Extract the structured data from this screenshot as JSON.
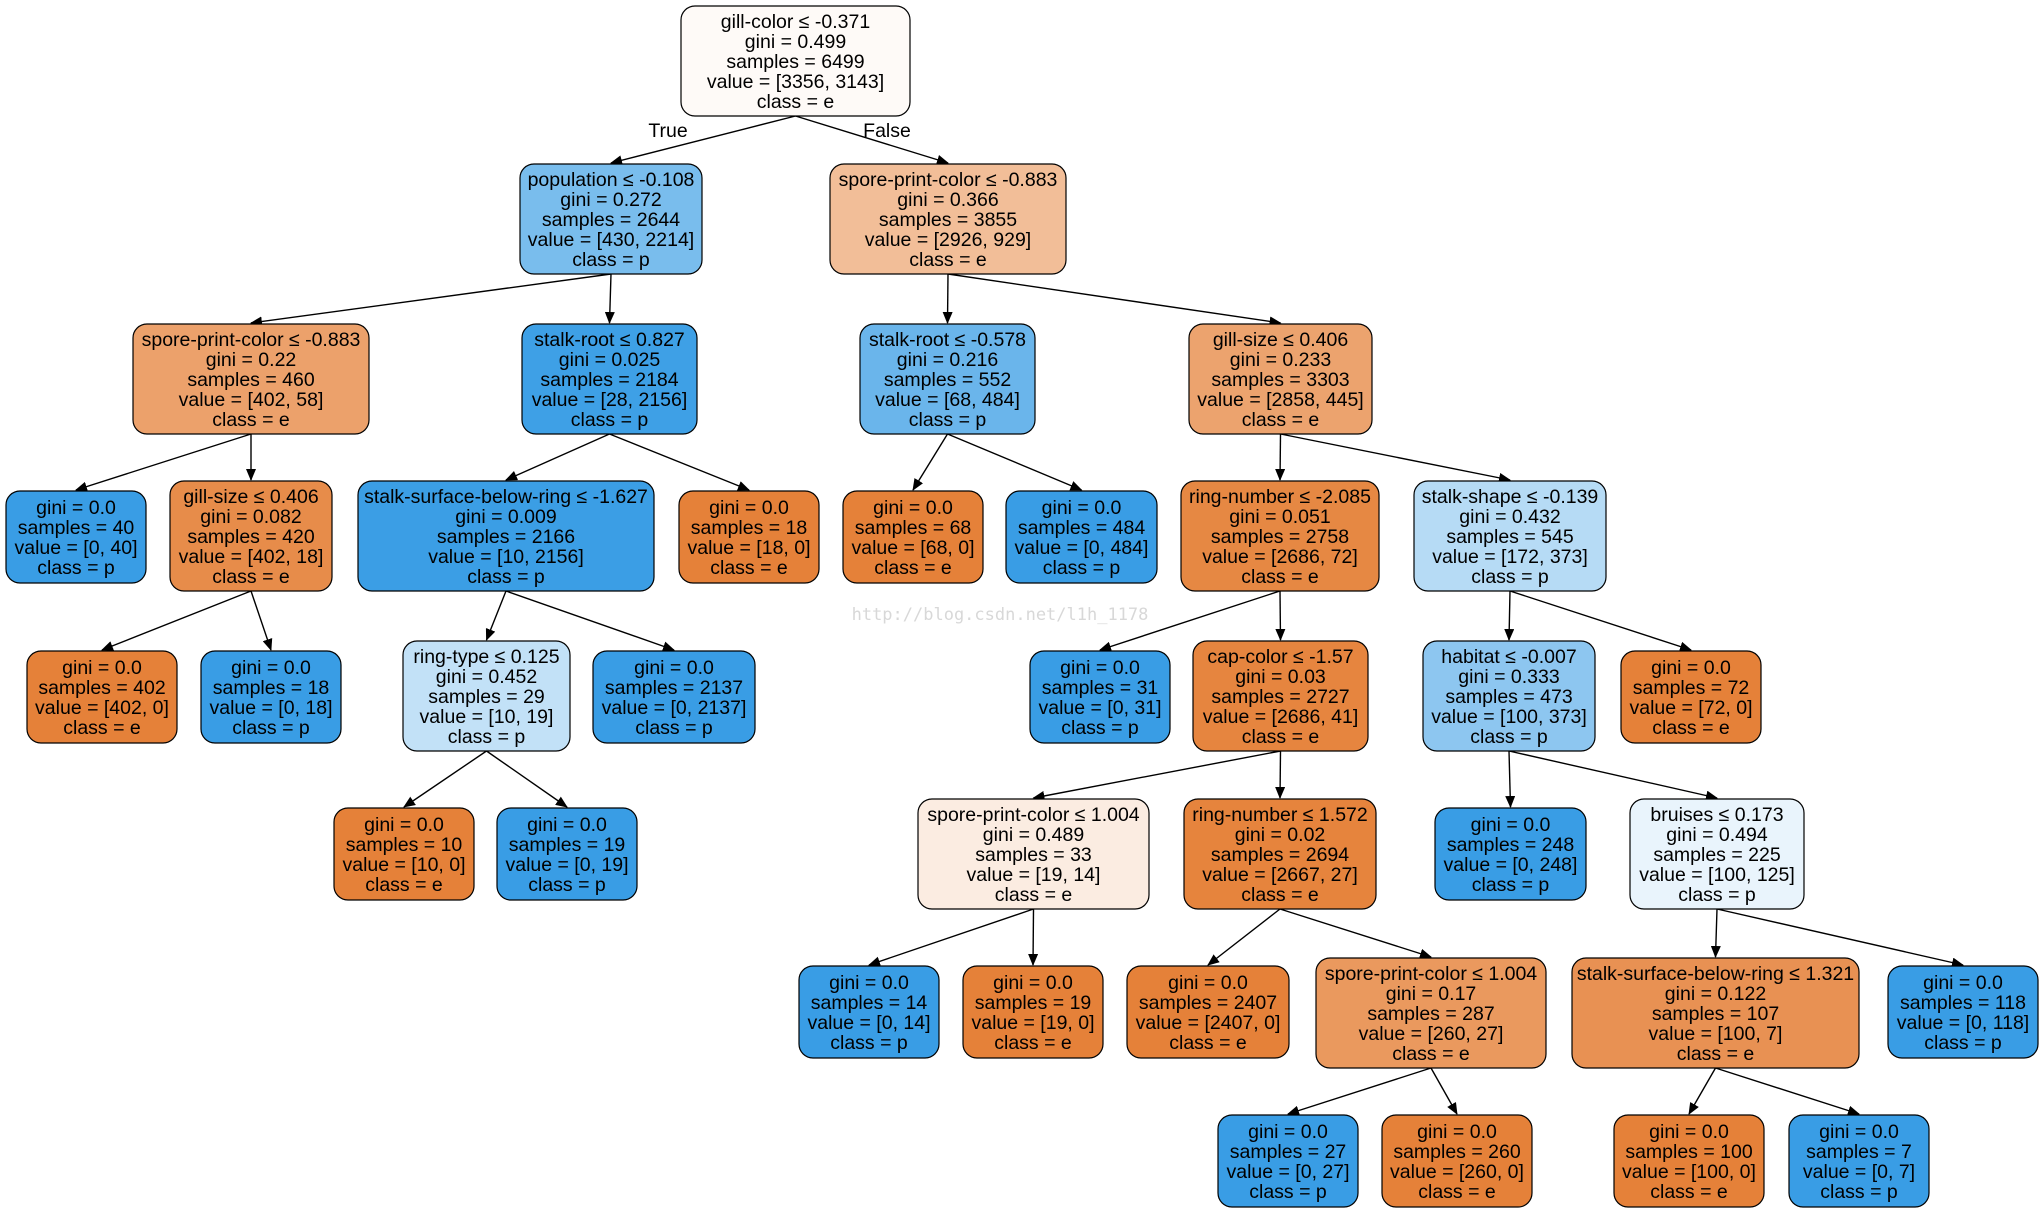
{
  "watermark": "http://blog.csdn.net/l1h_1178",
  "edge_labels": {
    "true_label": "True",
    "false_label": "False"
  },
  "colors": {
    "class_e": "#e58139",
    "class_p": "#399de5"
  },
  "nodes": [
    {
      "id": "n0",
      "lines": [
        "gill-color ≤ -0.371",
        "gini = 0.499",
        "samples = 6499",
        "value = [3356, 3143]",
        "class = e"
      ],
      "cls": "e",
      "v": [
        3356,
        3143
      ]
    },
    {
      "id": "n1",
      "lines": [
        "population ≤ -0.108",
        "gini = 0.272",
        "samples = 2644",
        "value = [430, 2214]",
        "class = p"
      ],
      "cls": "p",
      "v": [
        430,
        2214
      ]
    },
    {
      "id": "n2",
      "lines": [
        "spore-print-color ≤ -0.883",
        "gini = 0.22",
        "samples = 460",
        "value = [402, 58]",
        "class = e"
      ],
      "cls": "e",
      "v": [
        402,
        58
      ]
    },
    {
      "id": "n3",
      "lines": [
        "gini = 0.0",
        "samples = 40",
        "value = [0, 40]",
        "class = p"
      ],
      "cls": "p",
      "v": [
        0,
        40
      ]
    },
    {
      "id": "n4",
      "lines": [
        "gill-size ≤ 0.406",
        "gini = 0.082",
        "samples = 420",
        "value = [402, 18]",
        "class = e"
      ],
      "cls": "e",
      "v": [
        402,
        18
      ]
    },
    {
      "id": "n5",
      "lines": [
        "gini = 0.0",
        "samples = 402",
        "value = [402, 0]",
        "class = e"
      ],
      "cls": "e",
      "v": [
        402,
        0
      ]
    },
    {
      "id": "n6",
      "lines": [
        "gini = 0.0",
        "samples = 18",
        "value = [0, 18]",
        "class = p"
      ],
      "cls": "p",
      "v": [
        0,
        18
      ]
    },
    {
      "id": "n7",
      "lines": [
        "stalk-root ≤ 0.827",
        "gini = 0.025",
        "samples = 2184",
        "value = [28, 2156]",
        "class = p"
      ],
      "cls": "p",
      "v": [
        28,
        2156
      ]
    },
    {
      "id": "n8",
      "lines": [
        "stalk-surface-below-ring ≤ -1.627",
        "gini = 0.009",
        "samples = 2166",
        "value = [10, 2156]",
        "class = p"
      ],
      "cls": "p",
      "v": [
        10,
        2156
      ]
    },
    {
      "id": "n9",
      "lines": [
        "ring-type ≤ 0.125",
        "gini = 0.452",
        "samples = 29",
        "value = [10, 19]",
        "class = p"
      ],
      "cls": "p",
      "v": [
        10,
        19
      ]
    },
    {
      "id": "n10",
      "lines": [
        "gini = 0.0",
        "samples = 10",
        "value = [10, 0]",
        "class = e"
      ],
      "cls": "e",
      "v": [
        10,
        0
      ]
    },
    {
      "id": "n11",
      "lines": [
        "gini = 0.0",
        "samples = 19",
        "value = [0, 19]",
        "class = p"
      ],
      "cls": "p",
      "v": [
        0,
        19
      ]
    },
    {
      "id": "n12",
      "lines": [
        "gini = 0.0",
        "samples = 2137",
        "value = [0, 2137]",
        "class = p"
      ],
      "cls": "p",
      "v": [
        0,
        2137
      ]
    },
    {
      "id": "n13",
      "lines": [
        "gini = 0.0",
        "samples = 18",
        "value = [18, 0]",
        "class = e"
      ],
      "cls": "e",
      "v": [
        18,
        0
      ]
    },
    {
      "id": "n14",
      "lines": [
        "spore-print-color ≤ -0.883",
        "gini = 0.366",
        "samples = 3855",
        "value = [2926, 929]",
        "class = e"
      ],
      "cls": "e",
      "v": [
        2926,
        929
      ]
    },
    {
      "id": "n15",
      "lines": [
        "stalk-root ≤ -0.578",
        "gini = 0.216",
        "samples = 552",
        "value = [68, 484]",
        "class = p"
      ],
      "cls": "p",
      "v": [
        68,
        484
      ]
    },
    {
      "id": "n16",
      "lines": [
        "gini = 0.0",
        "samples = 68",
        "value = [68, 0]",
        "class = e"
      ],
      "cls": "e",
      "v": [
        68,
        0
      ]
    },
    {
      "id": "n17",
      "lines": [
        "gini = 0.0",
        "samples = 484",
        "value = [0, 484]",
        "class = p"
      ],
      "cls": "p",
      "v": [
        0,
        484
      ]
    },
    {
      "id": "n18",
      "lines": [
        "gill-size ≤ 0.406",
        "gini = 0.233",
        "samples = 3303",
        "value = [2858, 445]",
        "class = e"
      ],
      "cls": "e",
      "v": [
        2858,
        445
      ]
    },
    {
      "id": "n19",
      "lines": [
        "ring-number ≤ -2.085",
        "gini = 0.051",
        "samples = 2758",
        "value = [2686, 72]",
        "class = e"
      ],
      "cls": "e",
      "v": [
        2686,
        72
      ]
    },
    {
      "id": "n20",
      "lines": [
        "gini = 0.0",
        "samples = 31",
        "value = [0, 31]",
        "class = p"
      ],
      "cls": "p",
      "v": [
        0,
        31
      ]
    },
    {
      "id": "n21",
      "lines": [
        "cap-color ≤ -1.57",
        "gini = 0.03",
        "samples = 2727",
        "value = [2686, 41]",
        "class = e"
      ],
      "cls": "e",
      "v": [
        2686,
        41
      ]
    },
    {
      "id": "n22",
      "lines": [
        "spore-print-color ≤ 1.004",
        "gini = 0.489",
        "samples = 33",
        "value = [19, 14]",
        "class = e"
      ],
      "cls": "e",
      "v": [
        19,
        14
      ]
    },
    {
      "id": "n23",
      "lines": [
        "gini = 0.0",
        "samples = 14",
        "value = [0, 14]",
        "class = p"
      ],
      "cls": "p",
      "v": [
        0,
        14
      ]
    },
    {
      "id": "n24",
      "lines": [
        "gini = 0.0",
        "samples = 19",
        "value = [19, 0]",
        "class = e"
      ],
      "cls": "e",
      "v": [
        19,
        0
      ]
    },
    {
      "id": "n25",
      "lines": [
        "ring-number ≤ 1.572",
        "gini = 0.02",
        "samples = 2694",
        "value = [2667, 27]",
        "class = e"
      ],
      "cls": "e",
      "v": [
        2667,
        27
      ]
    },
    {
      "id": "n26",
      "lines": [
        "gini = 0.0",
        "samples = 2407",
        "value = [2407, 0]",
        "class = e"
      ],
      "cls": "e",
      "v": [
        2407,
        0
      ]
    },
    {
      "id": "n27",
      "lines": [
        "spore-print-color ≤ 1.004",
        "gini = 0.17",
        "samples = 287",
        "value = [260, 27]",
        "class = e"
      ],
      "cls": "e",
      "v": [
        260,
        27
      ]
    },
    {
      "id": "n28",
      "lines": [
        "gini = 0.0",
        "samples = 27",
        "value = [0, 27]",
        "class = p"
      ],
      "cls": "p",
      "v": [
        0,
        27
      ]
    },
    {
      "id": "n29",
      "lines": [
        "gini = 0.0",
        "samples = 260",
        "value = [260, 0]",
        "class = e"
      ],
      "cls": "e",
      "v": [
        260,
        0
      ]
    },
    {
      "id": "n30",
      "lines": [
        "stalk-shape ≤ -0.139",
        "gini = 0.432",
        "samples = 545",
        "value = [172, 373]",
        "class = p"
      ],
      "cls": "p",
      "v": [
        172,
        373
      ]
    },
    {
      "id": "n31",
      "lines": [
        "habitat ≤ -0.007",
        "gini = 0.333",
        "samples = 473",
        "value = [100, 373]",
        "class = p"
      ],
      "cls": "p",
      "v": [
        100,
        373
      ]
    },
    {
      "id": "n32",
      "lines": [
        "gini = 0.0",
        "samples = 248",
        "value = [0, 248]",
        "class = p"
      ],
      "cls": "p",
      "v": [
        0,
        248
      ]
    },
    {
      "id": "n33",
      "lines": [
        "bruises ≤ 0.173",
        "gini = 0.494",
        "samples = 225",
        "value = [100, 125]",
        "class = p"
      ],
      "cls": "p",
      "v": [
        100,
        125
      ]
    },
    {
      "id": "n34",
      "lines": [
        "stalk-surface-below-ring ≤ 1.321",
        "gini = 0.122",
        "samples = 107",
        "value = [100, 7]",
        "class = e"
      ],
      "cls": "e",
      "v": [
        100,
        7
      ]
    },
    {
      "id": "n35",
      "lines": [
        "gini = 0.0",
        "samples = 100",
        "value = [100, 0]",
        "class = e"
      ],
      "cls": "e",
      "v": [
        100,
        0
      ]
    },
    {
      "id": "n36",
      "lines": [
        "gini = 0.0",
        "samples = 7",
        "value = [0, 7]",
        "class = p"
      ],
      "cls": "p",
      "v": [
        0,
        7
      ]
    },
    {
      "id": "n37",
      "lines": [
        "gini = 0.0",
        "samples = 118",
        "value = [0, 118]",
        "class = p"
      ],
      "cls": "p",
      "v": [
        0,
        118
      ]
    },
    {
      "id": "n38",
      "lines": [
        "gini = 0.0",
        "samples = 72",
        "value = [72, 0]",
        "class = e"
      ],
      "cls": "e",
      "v": [
        72,
        0
      ]
    }
  ],
  "edges": [
    [
      "n0",
      "n1"
    ],
    [
      "n0",
      "n14"
    ],
    [
      "n1",
      "n2"
    ],
    [
      "n1",
      "n7"
    ],
    [
      "n2",
      "n3"
    ],
    [
      "n2",
      "n4"
    ],
    [
      "n4",
      "n5"
    ],
    [
      "n4",
      "n6"
    ],
    [
      "n7",
      "n8"
    ],
    [
      "n7",
      "n13"
    ],
    [
      "n8",
      "n9"
    ],
    [
      "n8",
      "n12"
    ],
    [
      "n9",
      "n10"
    ],
    [
      "n9",
      "n11"
    ],
    [
      "n14",
      "n15"
    ],
    [
      "n14",
      "n18"
    ],
    [
      "n15",
      "n16"
    ],
    [
      "n15",
      "n17"
    ],
    [
      "n18",
      "n19"
    ],
    [
      "n18",
      "n30"
    ],
    [
      "n19",
      "n20"
    ],
    [
      "n19",
      "n21"
    ],
    [
      "n21",
      "n22"
    ],
    [
      "n21",
      "n25"
    ],
    [
      "n22",
      "n23"
    ],
    [
      "n22",
      "n24"
    ],
    [
      "n25",
      "n26"
    ],
    [
      "n25",
      "n27"
    ],
    [
      "n27",
      "n28"
    ],
    [
      "n27",
      "n29"
    ],
    [
      "n30",
      "n31"
    ],
    [
      "n30",
      "n38"
    ],
    [
      "n31",
      "n32"
    ],
    [
      "n31",
      "n33"
    ],
    [
      "n33",
      "n34"
    ],
    [
      "n33",
      "n37"
    ],
    [
      "n34",
      "n35"
    ],
    [
      "n34",
      "n36"
    ]
  ]
}
